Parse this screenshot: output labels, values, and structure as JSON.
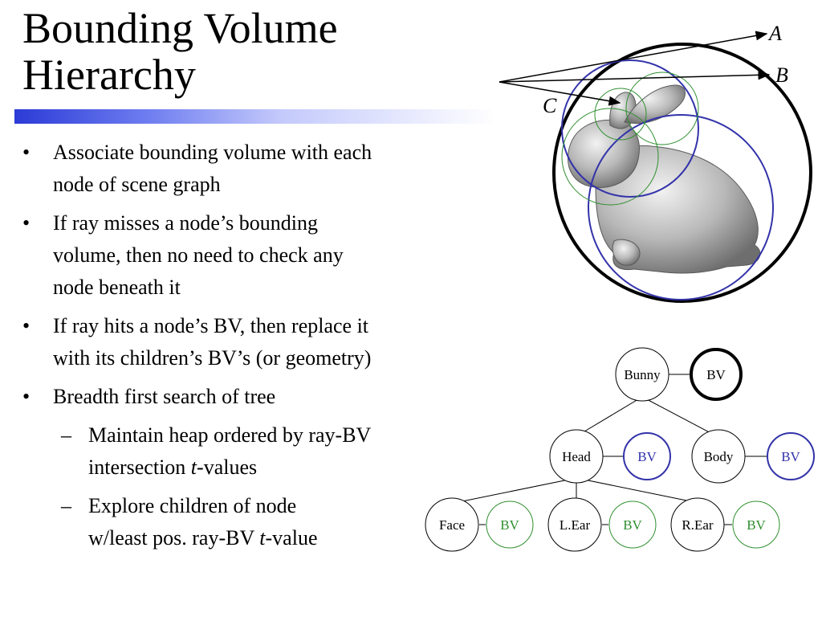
{
  "slide": {
    "title_line1": "Bounding Volume",
    "title_line2": "Hierarchy"
  },
  "bullets": [
    {
      "level": 1,
      "lines": [
        "Associate bounding volume with each",
        "node of scene graph"
      ]
    },
    {
      "level": 1,
      "lines": [
        "If ray misses a node’s bounding",
        "volume, then no need to check any",
        "node beneath it"
      ]
    },
    {
      "level": 1,
      "lines": [
        "If ray hits a node’s BV, then replace it",
        "with its children’s BV’s (or geometry)"
      ]
    },
    {
      "level": 1,
      "lines": [
        "Breadth first search of tree"
      ]
    },
    {
      "level": 2,
      "line1": "Maintain heap ordered by ray-BV",
      "line2_a": "intersection ",
      "line2_t": "t",
      "line2_b": "-values"
    },
    {
      "level": 2,
      "line1": "Explore children of node",
      "line2_a": "w/least pos. ray-BV ",
      "line2_t": "t",
      "line2_b": "-value"
    }
  ],
  "bullet_glyph": "•",
  "dash_glyph": "–",
  "figure": {
    "ray_labels": {
      "a": "A",
      "b": "B",
      "c": "C"
    },
    "tree": {
      "bunny": "Bunny",
      "head": "Head",
      "body": "Body",
      "face": "Face",
      "lear": "L.Ear",
      "rear": "R.Ear",
      "bv": "BV"
    },
    "colors": {
      "root_bv": "#000000",
      "level1_bv": "#3333aa",
      "level2_bv": "#2f8f2f",
      "bunny_fill": "#b5b5b5"
    }
  }
}
